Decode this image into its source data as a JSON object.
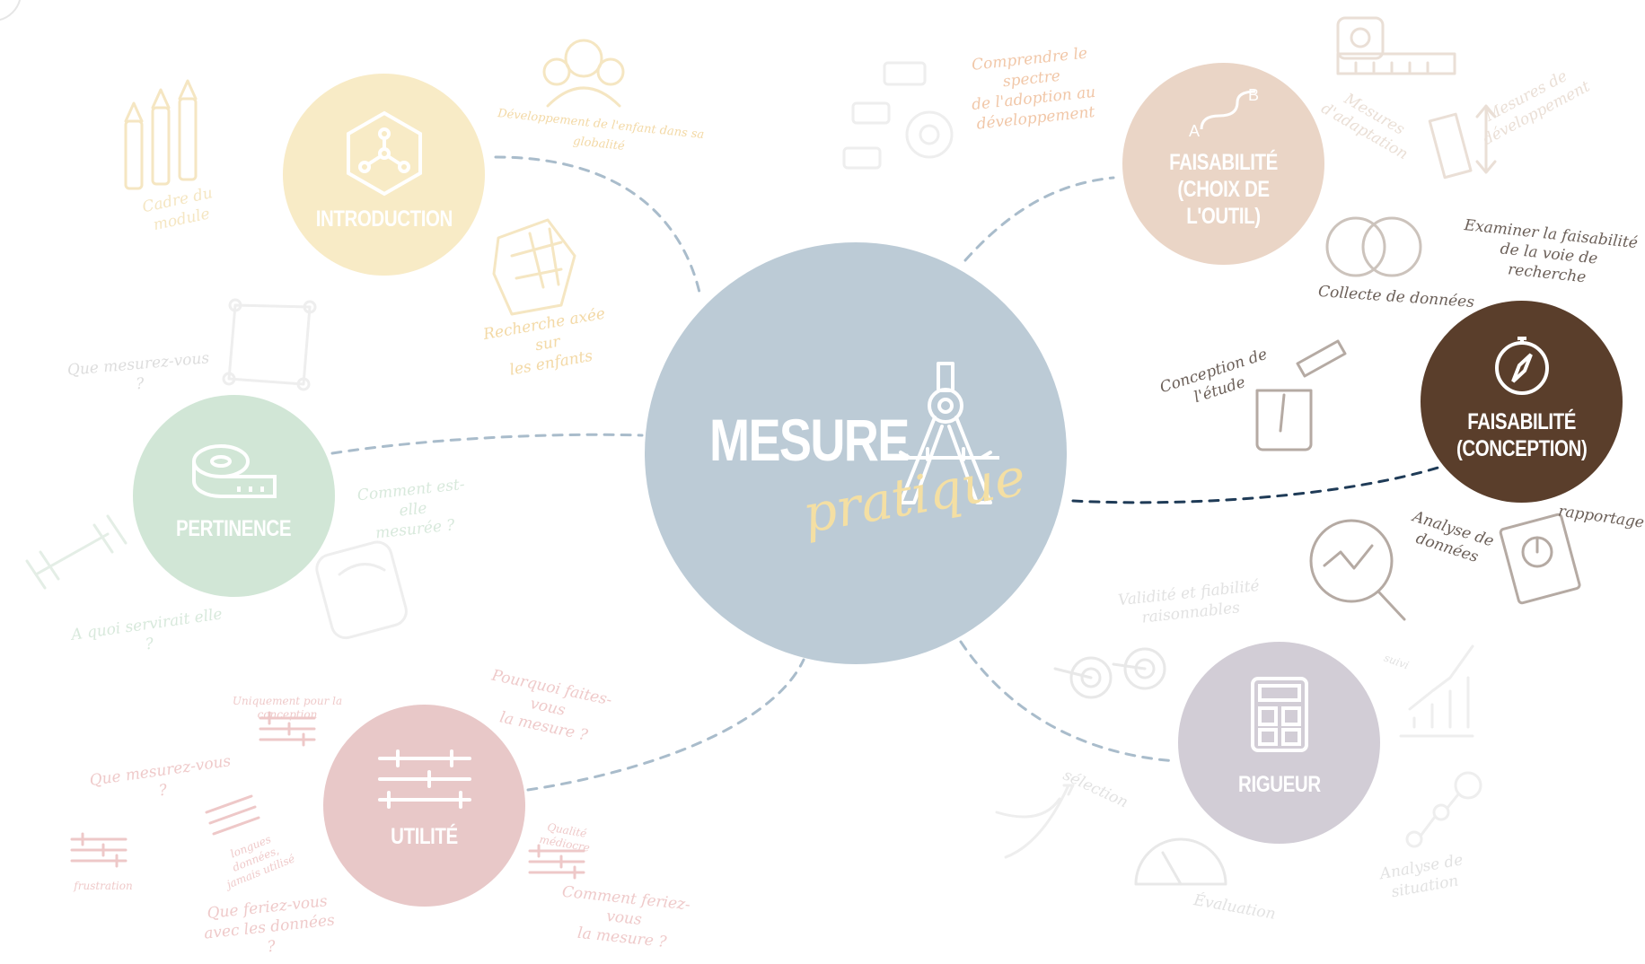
{
  "colors": {
    "introduction": "#f8ebc6",
    "pertinence": "#d1e6d6",
    "utilite": "#e8c8c8",
    "faisabilite_outil": "#ead5c6",
    "faisabilite_conception": "#5a3e2b",
    "rigueur": "#d2cdd6",
    "center": "#bccbd6",
    "pratique": "#f4dfa3",
    "dash": "#a9bccb",
    "dash_active": "#1f3b57"
  },
  "center": {
    "title": "MESURE",
    "subtitle": "pratique",
    "icon": "compass-drawing-icon"
  },
  "nodes": {
    "introduction": {
      "label": "INTRODUCTION",
      "icon": "hexagon-network-icon"
    },
    "pertinence": {
      "label": "PERTINENCE",
      "icon": "tape-measure-icon"
    },
    "utilite": {
      "label": "UTILITÉ",
      "icon": "sliders-icon"
    },
    "faisabilite_outil": {
      "label": "FAISABILITÉ\n(CHOIX DE L'OUTIL)",
      "icon": "a-to-b-path-icon"
    },
    "faisabilite_conception": {
      "label": "FAISABILITÉ\n(CONCEPTION)",
      "icon": "compass-navigation-icon"
    },
    "rigueur": {
      "label": "RIGUEUR",
      "icon": "calculator-icon"
    }
  },
  "annotations": {
    "developpement": "Développement de l'enfant dans sa globalité",
    "cadre": "Cadre du module",
    "recherche": "Recherche axée sur\nles enfants",
    "que_mesurez_1": "Que mesurez-vous ?",
    "comment_mesuree": "Comment est-elle\nmesurée ?",
    "a_quoi": "A quoi servirait elle ?",
    "pourquoi": "Pourquoi faites-vous\nla mesure ?",
    "uniquement": "Uniquement pour la conception",
    "que_mesurez_2": "Que mesurez-vous ?",
    "longues": "longues données,\njamais utilisé",
    "frustration": "frustration",
    "que_feriez": "Que feriez-vous\navec les données ?",
    "qualite": "Qualité médiocre",
    "comment_feriez": "Comment feriez-vous\nla mesure ?",
    "comprendre": "Comprendre le spectre\nde l'adoption au\ndéveloppement",
    "mesures_adaptation": "Mesures\nd'adaptation",
    "mesures_developpement": "Mesures de\ndéveloppement",
    "examiner": "Examiner la faisabilité\nde la voie de recherche",
    "collecte": "Collecte de données",
    "conception_etude": "Conception de l'étude",
    "analyse_donnees": "Analyse de\ndonnées",
    "rapportage": "rapportage",
    "validite": "Validité et fiabilité\nraisonnables",
    "suivi": "suivi",
    "selection": "sélection",
    "evaluation": "Évaluation",
    "analyse_situation": "Analyse de situation"
  }
}
